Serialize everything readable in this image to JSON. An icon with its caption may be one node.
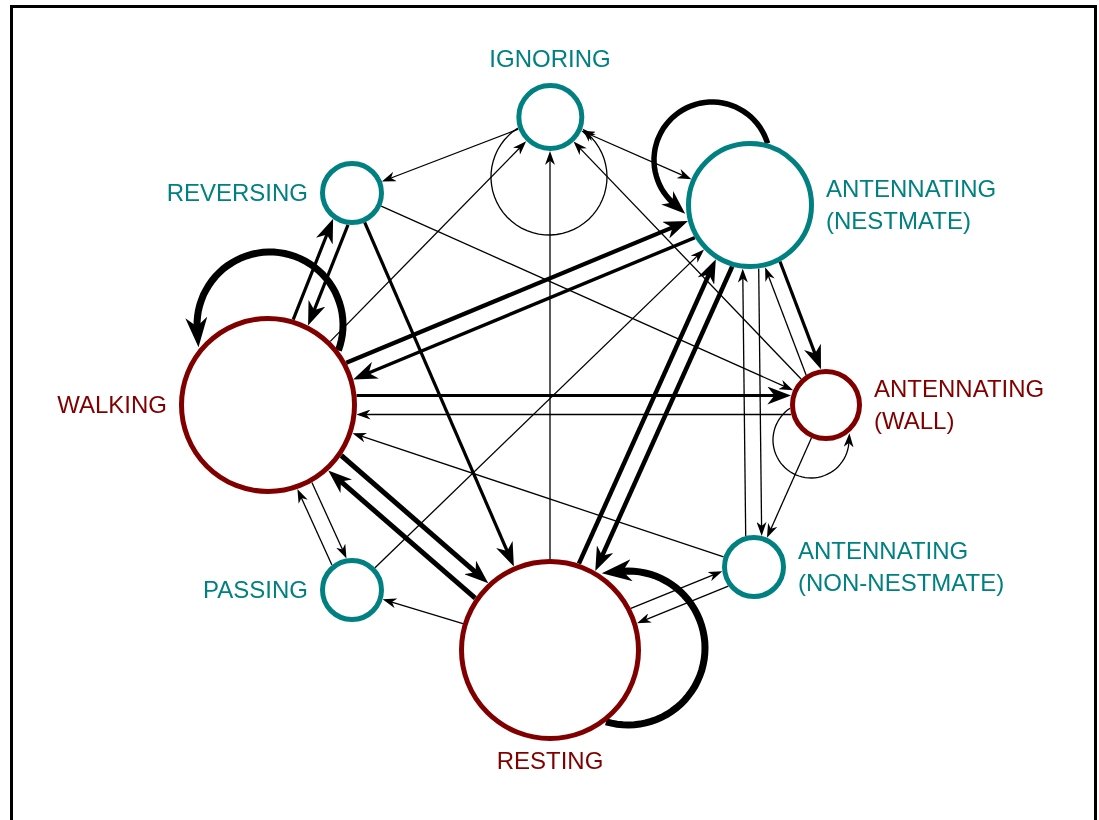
{
  "diagram": {
    "nodes": [
      {
        "text": [
          "IGNORING"
        ]
      },
      {
        "text": [
          "REVERSING"
        ]
      },
      {
        "text": [
          "ANTENNATING (NESTMATE)"
        ]
      },
      {
        "text": [
          "WALKING"
        ]
      },
      {
        "text": [
          "ANTENNATING (WALL)"
        ]
      },
      {
        "text": [
          "PASSING"
        ]
      },
      {
        "text": [
          "RESTING"
        ]
      },
      {
        "text": [
          "ANTENNATING (NON-NESTMATE)"
        ]
      }
    ],
    "edges": [
      {
        "from": 0,
        "to": 1,
        "arrow": "to"
      },
      {
        "from": 0,
        "to": 0,
        "arrow": "to"
      },
      {
        "from": 6,
        "to": 0,
        "arrow": "to"
      },
      {
        "from": 0,
        "to": 2,
        "arrow": "both"
      },
      {
        "from": 4,
        "to": 0,
        "arrow": "to"
      },
      {
        "from": 3,
        "to": 0,
        "arrow": "to"
      },
      {
        "from": 1,
        "to": 4,
        "arrow": "to"
      },
      {
        "from": 1,
        "to": 6,
        "arrow": "to",
        "style": "thick"
      },
      {
        "from": 3,
        "to": 1,
        "arrow": "to",
        "style": "thick"
      },
      {
        "from": 1,
        "to": 3,
        "arrow": "to",
        "style": "thick"
      },
      {
        "from": 3,
        "to": 3,
        "arrow": "to",
        "style": "thick"
      },
      {
        "from": 3,
        "to": 2,
        "arrow": "to",
        "style": "thick"
      },
      {
        "from": 2,
        "to": 3,
        "arrow": "to",
        "style": "thick"
      },
      {
        "from": 3,
        "to": 4,
        "arrow": "to",
        "style": "thick"
      },
      {
        "from": 4,
        "to": 3,
        "arrow": "to"
      },
      {
        "from": 7,
        "to": 3,
        "arrow": "to"
      },
      {
        "from": 3,
        "to": 5,
        "arrow": "to"
      },
      {
        "from": 5,
        "to": 3,
        "arrow": "to"
      },
      {
        "from": 3,
        "to": 6,
        "arrow": "to",
        "style": "thick"
      },
      {
        "from": 6,
        "to": 3,
        "arrow": "to",
        "style": "thick"
      },
      {
        "from": 6,
        "to": 5,
        "arrow": "to"
      },
      {
        "from": 5,
        "to": 2,
        "arrow": "to"
      },
      {
        "from": 6,
        "to": 2,
        "arrow": "to",
        "style": "thick"
      },
      {
        "from": 2,
        "to": 6,
        "arrow": "to",
        "style": "thick"
      },
      {
        "from": 2,
        "to": 2,
        "arrow": "to",
        "style": "thick"
      },
      {
        "from": 2,
        "to": 4,
        "arrow": "to",
        "style": "thick"
      },
      {
        "from": 4,
        "to": 2,
        "arrow": "to"
      },
      {
        "from": 7,
        "to": 2,
        "arrow": "to"
      },
      {
        "from": 2,
        "to": 7,
        "arrow": "to"
      },
      {
        "from": 4,
        "to": 7,
        "arrow": "to"
      },
      {
        "from": 4,
        "to": 4,
        "arrow": "to"
      },
      {
        "from": 6,
        "to": 7,
        "arrow": "to"
      },
      {
        "from": 7,
        "to": 6,
        "arrow": "to"
      },
      {
        "from": 6,
        "to": 6,
        "arrow": "to",
        "style": "thick"
      }
    ]
  }
}
